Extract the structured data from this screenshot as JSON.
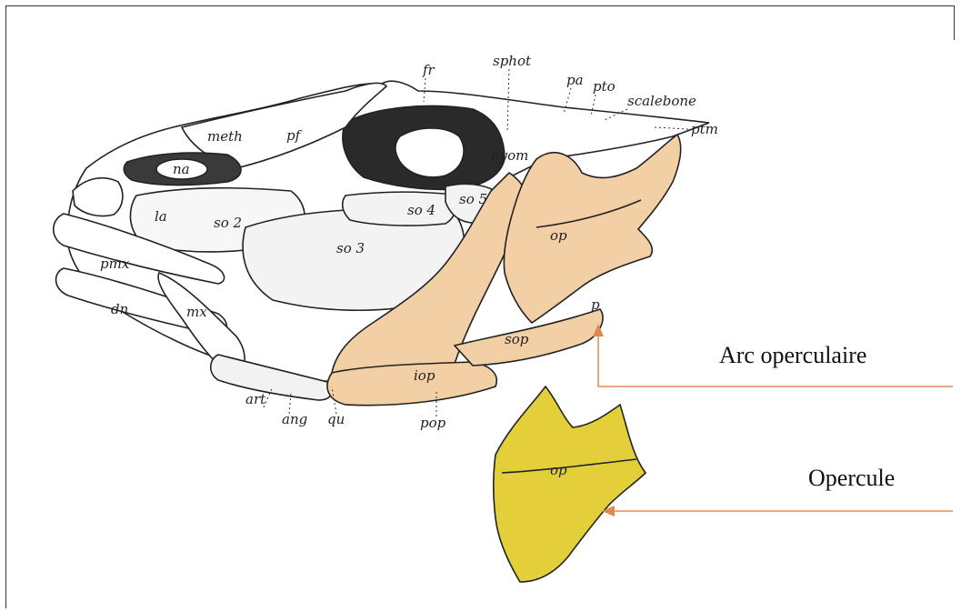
{
  "figure": {
    "bone_labels": {
      "fr": "fr",
      "sphot": "sphot",
      "pa": "pa",
      "pto": "pto",
      "scalebone": "scalebone",
      "ptm": "ptm",
      "meth": "meth",
      "pf": "pf",
      "na": "na",
      "la": "la",
      "so2": "so 2",
      "so3": "so 3",
      "so4": "so 4",
      "so5": "so 5",
      "hyom": "hyom",
      "op": "op",
      "pmx": "pmx",
      "dn": "dn",
      "mx": "mx",
      "sop": "sop",
      "iop": "iop",
      "art": "art",
      "ang": "ang",
      "qu": "qu",
      "pop": "pop",
      "ps": "p"
    },
    "callouts": {
      "arc": "Arc operculaire",
      "opercule": "Opercule"
    },
    "opercule_piece_label": "op",
    "colors": {
      "arc_fill": "#f2cfa5",
      "opercule_fill": "#e3cf3a",
      "arrow": "#e08a50",
      "ink": "#222222"
    }
  }
}
